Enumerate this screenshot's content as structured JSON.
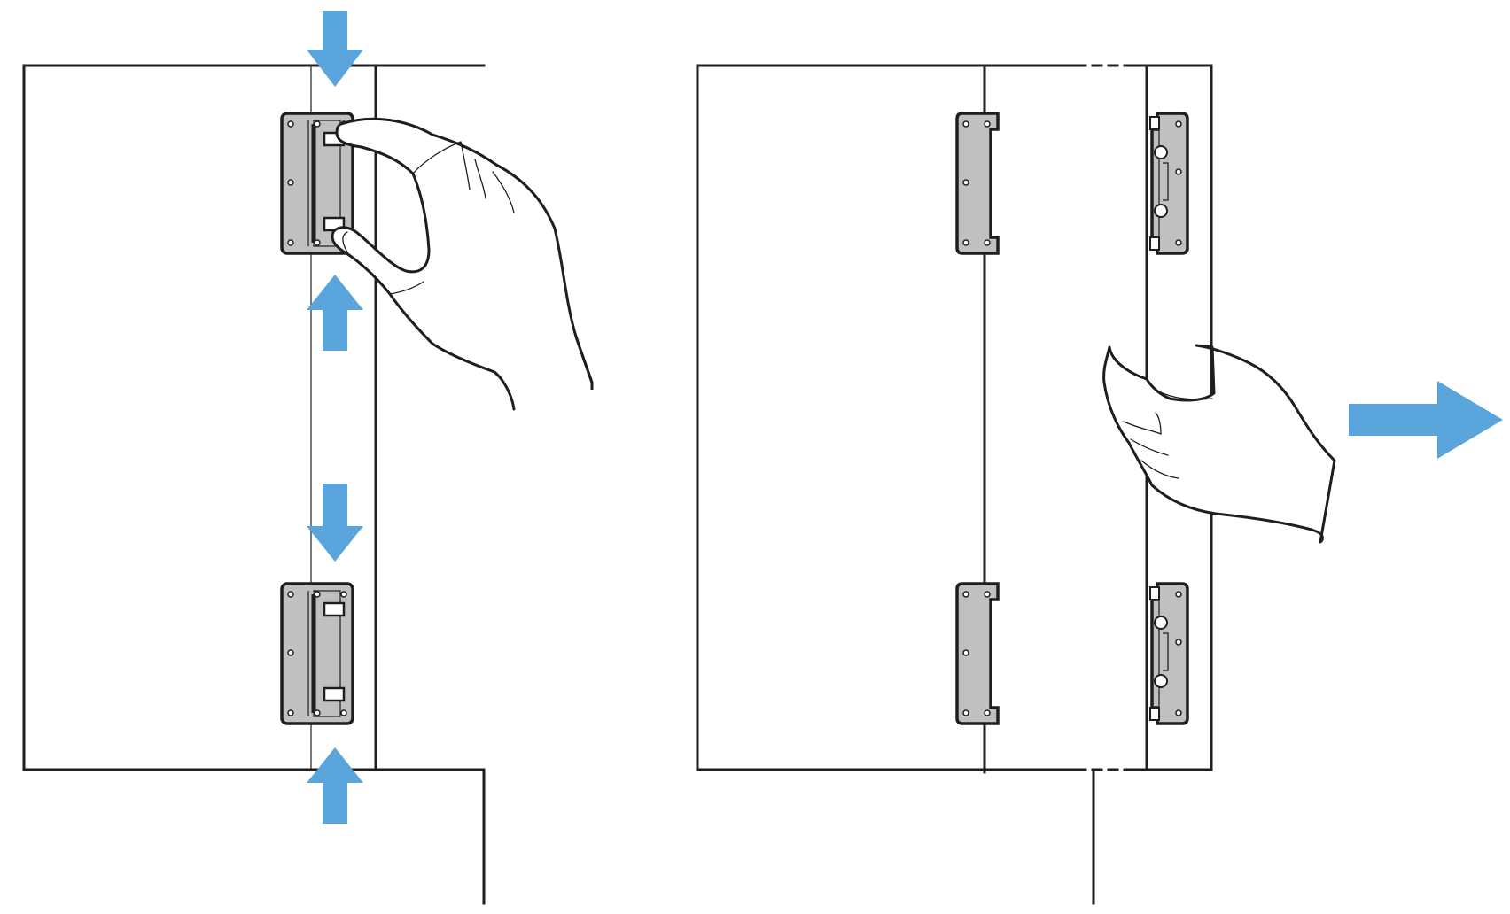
{
  "colors": {
    "line": "#1e1e1e",
    "arrow": "#5aa5dc",
    "hinge": "#c0c0c0",
    "background": "#ffffff"
  },
  "panels": [
    {
      "step": "squeeze-hinge-tabs",
      "hinges": 2,
      "arrows": [
        "down",
        "up",
        "down",
        "up"
      ]
    },
    {
      "step": "pull-panel-away",
      "hinges": 4,
      "arrows": [
        "right"
      ]
    }
  ]
}
